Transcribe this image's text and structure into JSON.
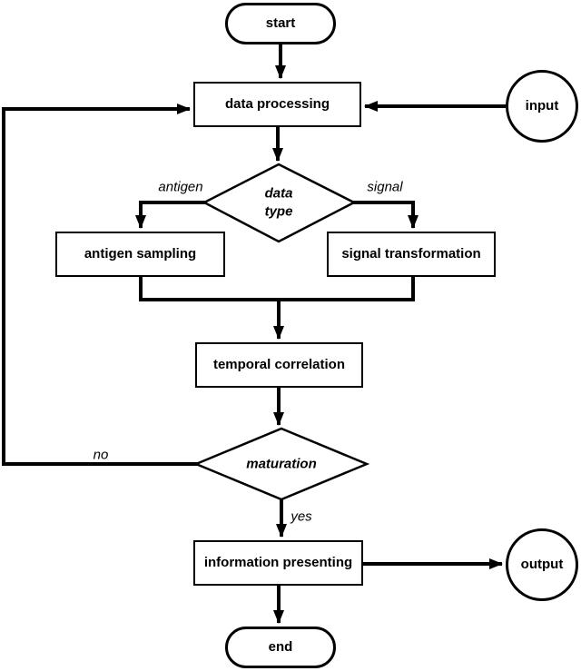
{
  "colors": {
    "stroke": "#000000",
    "fill": "#ffffff",
    "background": "#ffffff"
  },
  "nodes": {
    "start": {
      "label": "start",
      "shape": "terminator"
    },
    "data_processing": {
      "label": "data processing",
      "shape": "process"
    },
    "input": {
      "label": "input",
      "shape": "circle"
    },
    "data_type": {
      "label_top": "data",
      "label_bottom": "type",
      "shape": "decision"
    },
    "antigen_sampling": {
      "label": "antigen sampling",
      "shape": "process"
    },
    "signal_transformation": {
      "label": "signal transformation",
      "shape": "process"
    },
    "temporal_correlation": {
      "label": "temporal correlation",
      "shape": "process"
    },
    "maturation": {
      "label": "maturation",
      "shape": "decision"
    },
    "information_presenting": {
      "label": "information presenting",
      "shape": "process"
    },
    "output": {
      "label": "output",
      "shape": "circle"
    },
    "end": {
      "label": "end",
      "shape": "terminator"
    }
  },
  "edge_labels": {
    "antigen": "antigen",
    "signal": "signal",
    "no": "no",
    "yes": "yes"
  },
  "edges": [
    {
      "from": "start",
      "to": "data processing",
      "label": ""
    },
    {
      "from": "input",
      "to": "data processing",
      "label": ""
    },
    {
      "from": "data processing",
      "to": "data type",
      "label": ""
    },
    {
      "from": "data type",
      "to": "antigen sampling",
      "label": "antigen"
    },
    {
      "from": "data type",
      "to": "signal transformation",
      "label": "signal"
    },
    {
      "from": "antigen sampling",
      "to": "temporal correlation",
      "label": ""
    },
    {
      "from": "signal transformation",
      "to": "temporal correlation",
      "label": ""
    },
    {
      "from": "temporal correlation",
      "to": "maturation",
      "label": ""
    },
    {
      "from": "maturation",
      "to": "data processing",
      "label": "no"
    },
    {
      "from": "maturation",
      "to": "information presenting",
      "label": "yes"
    },
    {
      "from": "information presenting",
      "to": "output",
      "label": ""
    },
    {
      "from": "information presenting",
      "to": "end",
      "label": ""
    }
  ]
}
